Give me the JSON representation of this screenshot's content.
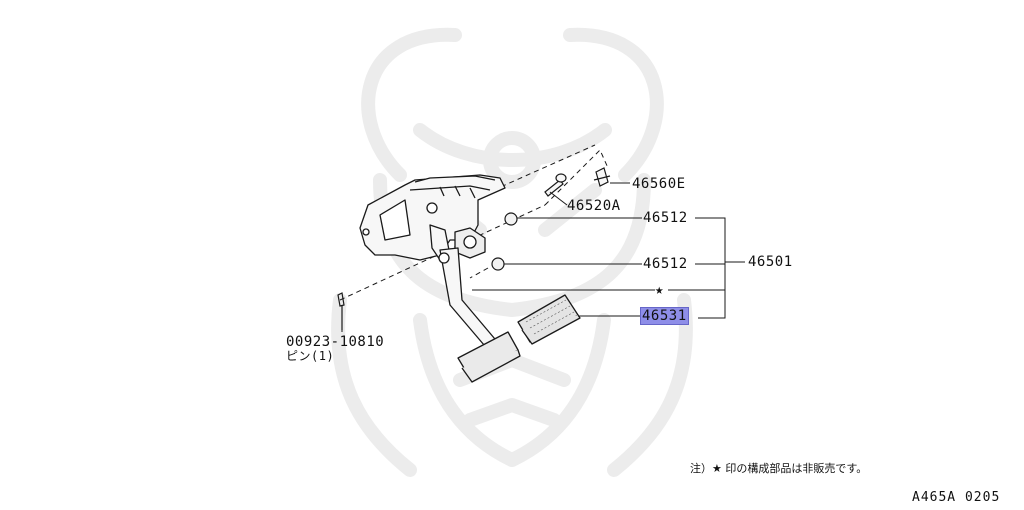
{
  "diagram": {
    "parts": [
      {
        "id": "p1",
        "label": "46560E"
      },
      {
        "id": "p2",
        "label": "46520A"
      },
      {
        "id": "p3",
        "label": "46512"
      },
      {
        "id": "p4",
        "label": "46512"
      },
      {
        "id": "p5",
        "label": "46501"
      },
      {
        "id": "p6",
        "label": "★"
      },
      {
        "id": "p7",
        "label": "46531"
      },
      {
        "id": "p8",
        "label": "00923-10810"
      },
      {
        "id": "p9",
        "label": "ピン(1)"
      }
    ],
    "note": "注）★ 印の構成部品は非販売です。",
    "figure_code": "A465A 0205",
    "colors": {
      "line": "#1a1a1a",
      "highlight": "#8e8ee8",
      "watermark": "#eeeeee"
    }
  }
}
